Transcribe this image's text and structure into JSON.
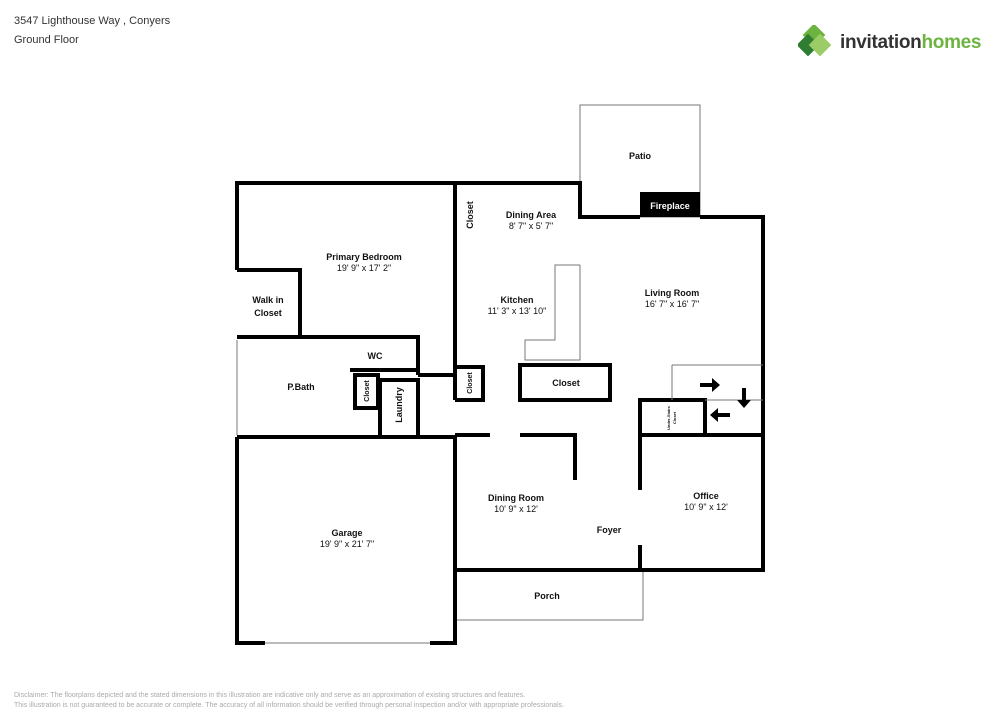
{
  "header": {
    "address": "3547 Lighthouse Way , Conyers",
    "floor": "Ground Floor"
  },
  "logo": {
    "text_part1": "invitation",
    "text_part2": "homes",
    "colors": [
      "#2e7d32",
      "#6cb33f",
      "#9ccc65"
    ]
  },
  "rooms": {
    "patio": {
      "name": "Patio"
    },
    "fireplace": {
      "name": "Fireplace"
    },
    "dining_area": {
      "name": "Dining Area",
      "dims": "8' 7\" x 5' 7\""
    },
    "closet_kitchen_top": {
      "name": "Closet"
    },
    "primary_bedroom": {
      "name": "Primary Bedroom",
      "dims": "19' 9\" x 17' 2\""
    },
    "kitchen": {
      "name": "Kitchen",
      "dims": "11' 3\" x 13' 10\""
    },
    "living_room": {
      "name": "Living Room",
      "dims": "16' 7\" x 16' 7\""
    },
    "walk_in_closet": {
      "name": "Walk in",
      "name2": "Closet"
    },
    "wc": {
      "name": "WC"
    },
    "pbath": {
      "name": "P.Bath"
    },
    "closet_bath": {
      "name": "Closet"
    },
    "laundry": {
      "name": "Laundry"
    },
    "closet_kitchen_bottom": {
      "name": "Closet"
    },
    "closet_center": {
      "name": "Closet"
    },
    "under_stairs": {
      "name": "Under-Stairs",
      "name2": "Closet"
    },
    "garage": {
      "name": "Garage",
      "dims": "19' 9\" x 21' 7\""
    },
    "dining_room": {
      "name": "Dining Room",
      "dims": "10' 9\" x 12'"
    },
    "foyer": {
      "name": "Foyer"
    },
    "office": {
      "name": "Office",
      "dims": "10' 9\" x 12'"
    },
    "porch": {
      "name": "Porch"
    }
  },
  "disclaimer": {
    "line1": "Disclaimer: The floorplans depicted and the stated dimensions in this illustration are indicative only and serve as an approximation of existing structures and features.",
    "line2": "This illustration is not guaranteed to be accurate or complete. The accuracy of all information should be verified through personal inspection and/or with appropriate professionals."
  }
}
